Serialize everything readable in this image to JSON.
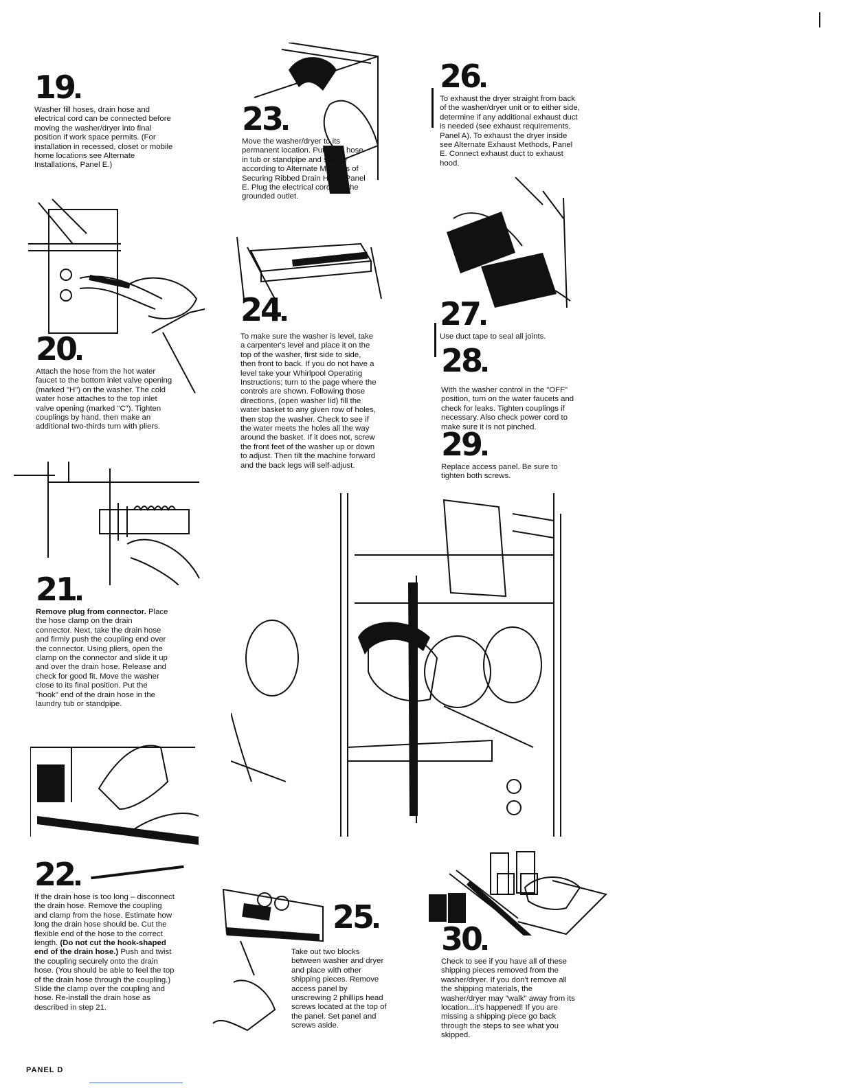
{
  "steps": {
    "s19": {
      "number": "19",
      "text": "Washer fill hoses, drain hose and electrical cord can be connected before moving the washer/dryer into final position if work space permits. (For installation in recessed, closet or mobile home locations see Alternate Installations, Panel E.)"
    },
    "s20": {
      "number": "20",
      "text": "Attach the hose from the hot water faucet to the bottom inlet valve opening (marked \"H\") on the washer. The cold water hose attaches to the top inlet valve opening (marked \"C\"). Tighten couplings by hand, then make an additional two-thirds turn with pliers."
    },
    "s21": {
      "number": "21",
      "bold": "Remove plug from connector.",
      "text": "Place the hose clamp on the drain connector. Next, take the drain hose and firmly push the coupling end over the connector. Using pliers, open the clamp on the connector and slide it up and over the drain hose. Release and check for good fit. Move the washer close to its final position. Put the \"hook\" end of the drain hose in the laundry tub or standpipe."
    },
    "s22": {
      "number": "22",
      "text_a": "If the drain hose is too long – disconnect the drain hose. Remove the coupling and clamp from the hose. Estimate how long the drain hose should be. Cut the flexible end of the hose to the correct length.",
      "bold": "(Do not cut the hook-shaped end of the drain hose.)",
      "text_b": "Push and twist the coupling securely onto the drain hose. (You should be able to feel the top of the drain hose through the coupling.) Slide the clamp over the coupling and hose. Re-install the drain hose as described in step 21."
    },
    "s23": {
      "number": "23",
      "text": "Move the washer/dryer to its permanent location. Put drain hose in tub or standpipe and secure according to Alternate Methods of Securing Ribbed Drain Hose, Panel E. Plug the electrical cord into the grounded outlet."
    },
    "s24": {
      "number": "24",
      "text": "To make sure the washer is level, take a carpenter's level and place it on the top of the washer, first side to side, then front to back. If you do not have a level take your Whirlpool Operating Instructions; turn to the page where the controls are shown. Following those directions, (open washer lid) fill the water basket to any given row of holes, then stop the washer. Check to see if the water meets the holes all the way around the basket. If it does not, screw the front feet of the washer up or down to adjust. Then tilt the machine forward and the back legs will self-adjust."
    },
    "s25": {
      "number": "25",
      "text": "Take out two blocks between washer and dryer and place with other shipping pieces. Remove access panel by unscrewing 2 phillips head screws located at the top of the panel. Set panel and screws aside."
    },
    "s26": {
      "number": "26",
      "text": "To exhaust the dryer straight from back of the washer/dryer unit or to either side, determine if any additional exhaust duct is needed (see exhaust requirements, Panel A). To exhaust the dryer inside see Alternate Exhaust Methods, Panel E. Connect exhaust duct to exhaust hood."
    },
    "s27": {
      "number": "27",
      "text": "Use duct tape to seal all joints."
    },
    "s28": {
      "number": "28",
      "text": "With the washer control in the \"OFF\" position, turn on the water faucets and check for leaks. Tighten couplings if necessary. Also check power cord to make sure it is not pinched."
    },
    "s29": {
      "number": "29",
      "text": "Replace access panel. Be sure to tighten both screws."
    },
    "s30": {
      "number": "30",
      "text": "Check to see if you have all of these shipping pieces removed from the washer/dryer. If you don't remove all the shipping materials, the washer/dryer may \"walk\" away from its location...it's happened! If you are missing a shipping piece go back through the steps to see what you skipped."
    }
  },
  "footer": {
    "panel": "PANEL D"
  }
}
